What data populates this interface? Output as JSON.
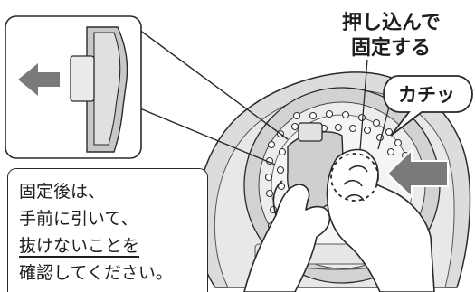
{
  "instruction_label": {
    "line1": "押し込んで",
    "line2": "固定する"
  },
  "sound_label": "カチッ",
  "note": {
    "lines": [
      "固定後は、",
      "手前に引いて、",
      "抜けないことを",
      "確認してください。"
    ]
  },
  "colors": {
    "arrow_fill": "#7a7a7a",
    "line_color": "#2a2a2a",
    "appliance_gray": "#d9d9d9",
    "inner_gray": "#bdbdbd"
  },
  "icons": [
    "left-arrow-icon",
    "push-arrow-icon"
  ]
}
